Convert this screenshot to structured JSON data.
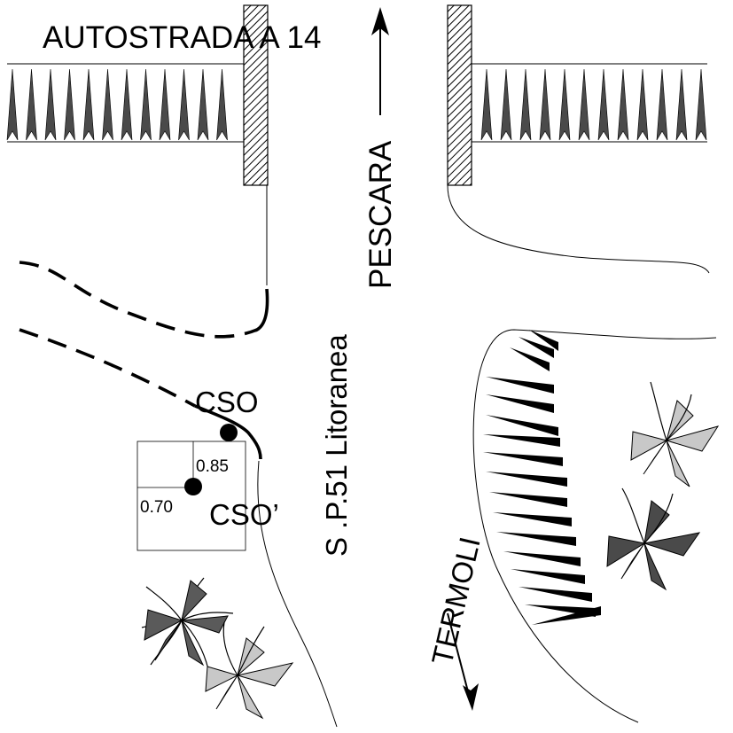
{
  "labels": {
    "autostrada": "AUTOSTRADA A 14",
    "pescara": "PESCARA",
    "road": "S .P.51 Litoranea",
    "termoli": "TERMOLI",
    "cso": "CSO",
    "cso_prime": "CSO’",
    "dim_vertical": "0.85",
    "dim_horizontal": "0.70"
  },
  "colors": {
    "ink": "#000000",
    "dark_fill": "#4a4a4a",
    "plant_dark": "#5a5a5a",
    "plant_light": "#c8c8c8",
    "hatch_line": "#000000"
  },
  "icons": {
    "north_arrow": "arrow-up",
    "south_arrow": "arrow-down",
    "vegetation": "plant-icon",
    "tree_rows": "conifer-row-icon"
  }
}
